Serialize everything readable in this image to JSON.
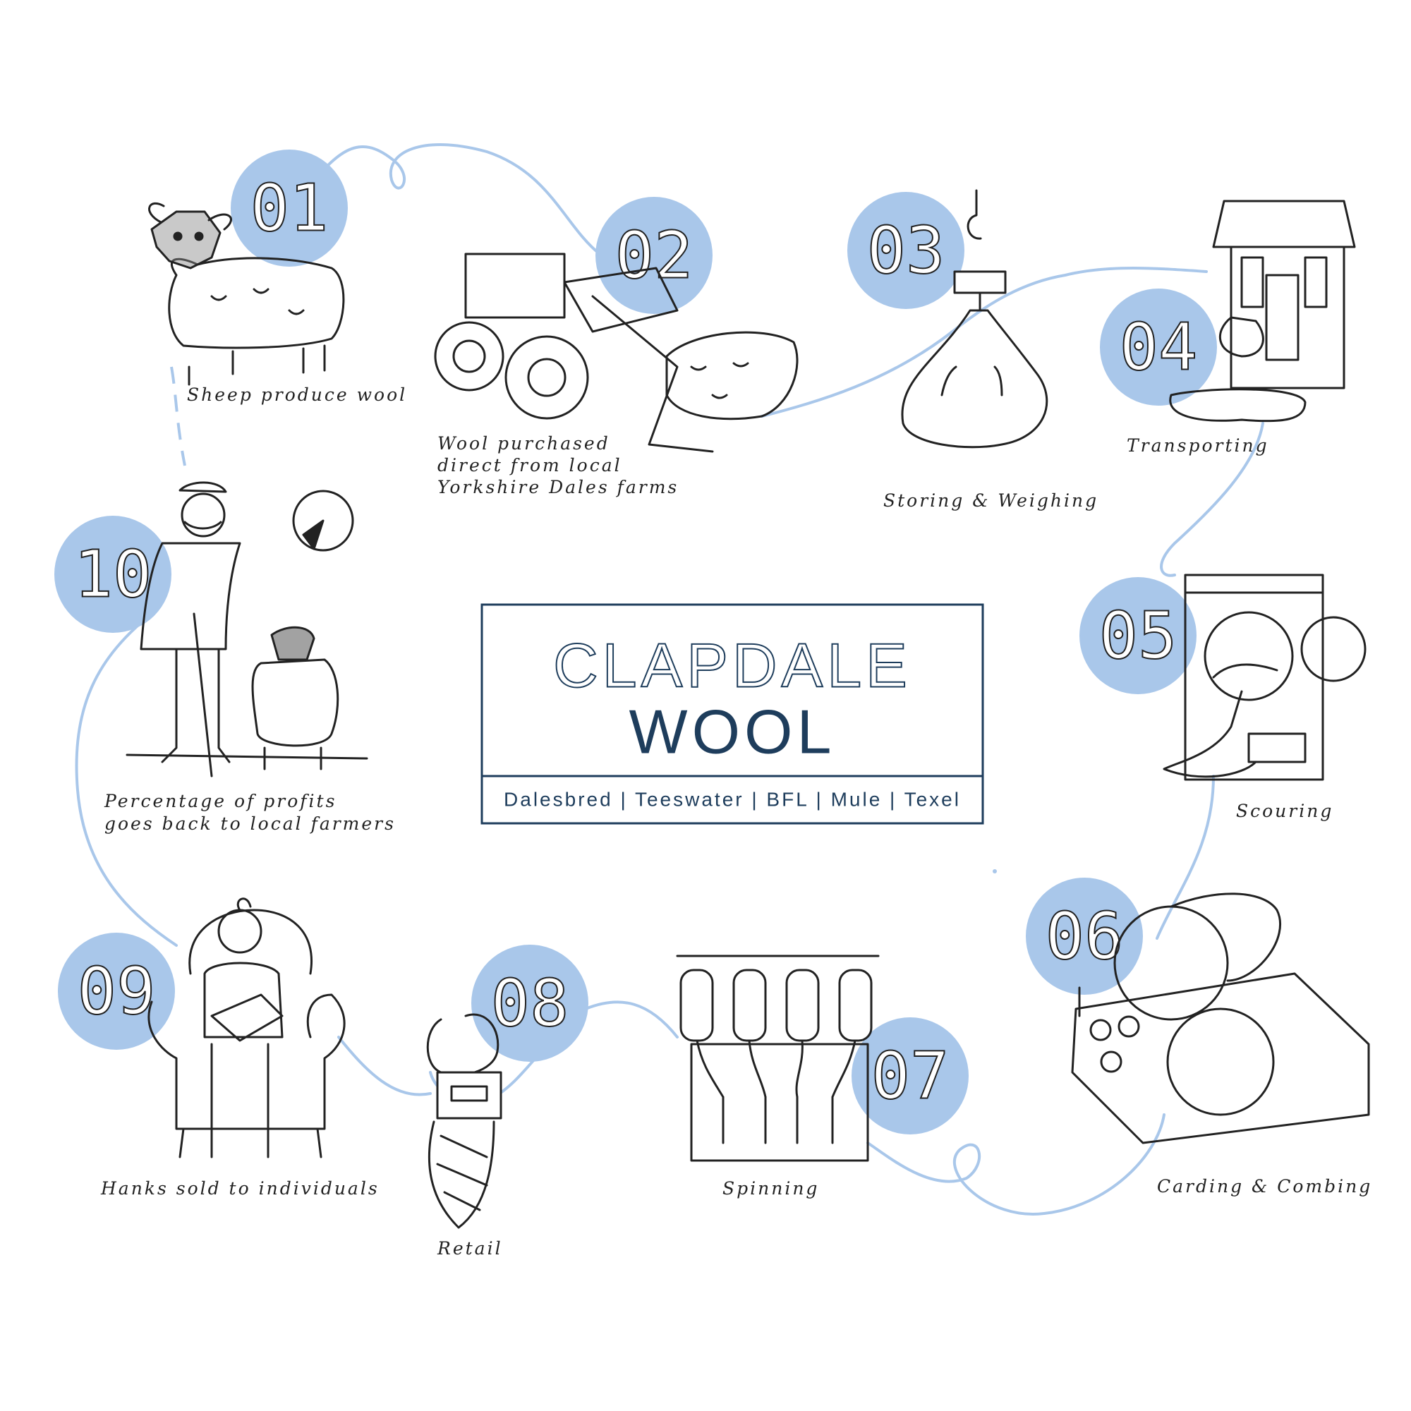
{
  "logo": {
    "line1": "CLAPDALE",
    "line2": "WOOL",
    "breeds": "Dalesbred | Teeswater | BFL | Mule  | Texel"
  },
  "steps": [
    {
      "number": "01",
      "caption": [
        "Sheep produce wool"
      ],
      "icon": "sheep-icon"
    },
    {
      "number": "02",
      "caption": [
        "Wool purchased",
        "direct from local",
        "Yorkshire Dales farms"
      ],
      "icon": "tractor-icon"
    },
    {
      "number": "03",
      "caption": [
        "Storing & Weighing"
      ],
      "icon": "hanging-scale-sack-icon"
    },
    {
      "number": "04",
      "caption": [
        "Transporting"
      ],
      "icon": "mill-building-icon"
    },
    {
      "number": "05",
      "caption": [
        "Scouring"
      ],
      "icon": "washing-machine-icon"
    },
    {
      "number": "06",
      "caption": [
        "Carding & Combing"
      ],
      "icon": "carding-machine-icon"
    },
    {
      "number": "07",
      "caption": [
        "Spinning"
      ],
      "icon": "spinning-frame-icon"
    },
    {
      "number": "08",
      "caption": [
        "Retail"
      ],
      "icon": "yarn-hank-icon"
    },
    {
      "number": "09",
      "caption": [
        "Hanks sold to individuals"
      ],
      "icon": "knitting-woman-icon"
    },
    {
      "number": "10",
      "caption": [
        "Percentage of profits",
        "goes back to local farmers"
      ],
      "icon": "farmer-with-sheep-icon"
    }
  ],
  "colors": {
    "circle": "#a9c7ea",
    "thread": "#a9c7ea",
    "ink": "#222222",
    "logo": "#1e3d5c"
  }
}
